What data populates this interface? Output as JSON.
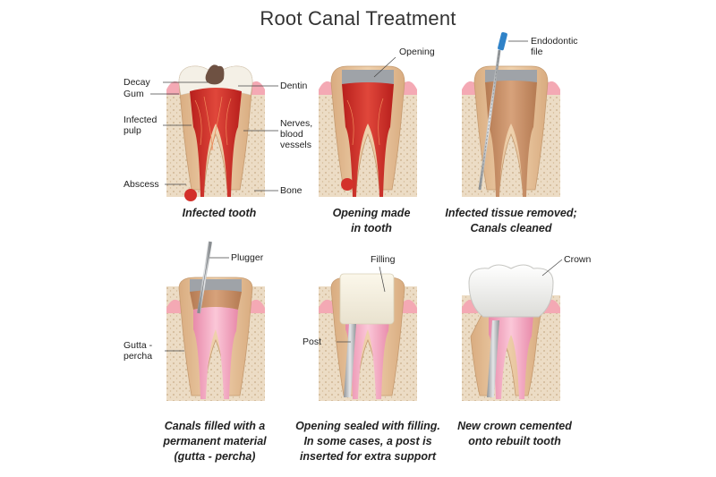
{
  "title": "Root Canal Treatment",
  "steps": [
    {
      "caption": "Infected tooth",
      "labels": {
        "decay": "Decay",
        "gum": "Gum",
        "infected_pulp": "Infected\npulp",
        "abscess": "Abscess",
        "dentin": "Dentin",
        "nerves": "Nerves,\nblood\nvessels",
        "bone": "Bone"
      }
    },
    {
      "caption": "Opening made\nin tooth",
      "labels": {
        "opening": "Opening"
      }
    },
    {
      "caption": "Infected tissue removed;\nCanals cleaned",
      "labels": {
        "file": "Endodontic\nfile"
      }
    },
    {
      "caption": "Canals filled with a\npermanent material\n(gutta - percha)",
      "labels": {
        "plugger": "Plugger",
        "gutta": "Gutta -\npercha"
      }
    },
    {
      "caption": "Opening sealed with filling.\nIn some cases, a post is\ninserted for extra support",
      "labels": {
        "filling": "Filling",
        "post": "Post"
      }
    },
    {
      "caption": "New crown cemented\nonto rebuilt tooth",
      "labels": {
        "crown": "Crown"
      }
    }
  ],
  "colors": {
    "enamel": "#f4f0e6",
    "dentin": "#e9c9a4",
    "pulp_infected": "#d3302a",
    "pulp_clean": "#c98f68",
    "gutta": "#f2a9c2",
    "gum": "#f4a9b4",
    "bone": "#eadbc4",
    "metal": "#b9bcc0",
    "crown": "#f6f6f4"
  }
}
